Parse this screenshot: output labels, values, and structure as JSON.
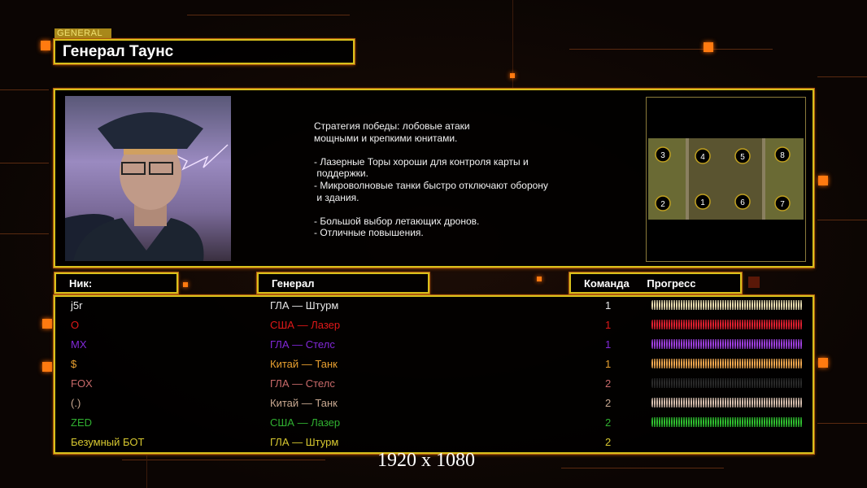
{
  "general_label": "GENERAL",
  "title": "Генерал Таунс",
  "description": "Стратегия победы: лобовые атаки\nмощными и крепкими юнитами.\n\n- Лазерные Торы хороши для контроля карты и\n поддержки.\n- Микроволновые танки быстро отключают оборону\n и здания.\n\n- Большой выбор летающих дронов.\n- Отличные повышения.",
  "map_slots": [
    "3",
    "4",
    "5",
    "8",
    "2",
    "1",
    "6",
    "7"
  ],
  "headers": {
    "nick": "Ник:",
    "general": "Генерал",
    "team": "Команда",
    "progress": "Прогресс"
  },
  "players": [
    {
      "nick": "j5r",
      "general": "ГЛА — Штурм",
      "team": "1",
      "color": "#e8e8e8",
      "bar": "#e8dcb0",
      "progress": 100
    },
    {
      "nick": "O",
      "general": "США — Лазер",
      "team": "1",
      "color": "#e01818",
      "bar": "#e02030",
      "progress": 100
    },
    {
      "nick": "MX",
      "general": "ГЛА — Стелс",
      "team": "1",
      "color": "#8228d8",
      "bar": "#a040e0",
      "progress": 100
    },
    {
      "nick": "$",
      "general": "Китай — Танк",
      "team": "1",
      "color": "#e8a030",
      "bar": "#f0a850",
      "progress": 100
    },
    {
      "nick": "FOX",
      "general": "ГЛА — Стелс",
      "team": "2",
      "color": "#c86a6a",
      "bar": "#2a2a2a",
      "progress": 100
    },
    {
      "nick": "(.)",
      "general": "Китай — Танк",
      "team": "2",
      "color": "#c8a890",
      "bar": "#d8c0b0",
      "progress": 100
    },
    {
      "nick": "ZED",
      "general": "США — Лазер",
      "team": "2",
      "color": "#30b030",
      "bar": "#30c030",
      "progress": 100
    },
    {
      "nick": "Безумный БОТ",
      "general": "ГЛА — Штурм",
      "team": "2",
      "color": "#d8c830",
      "bar": "",
      "progress": 0
    }
  ],
  "resolution": "1920 x 1080"
}
